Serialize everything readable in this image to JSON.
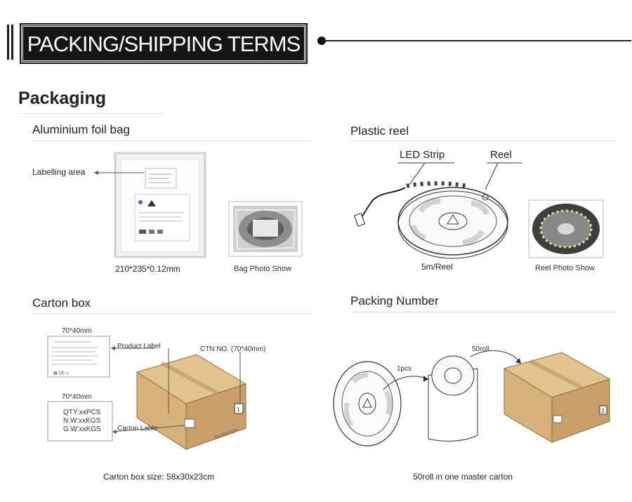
{
  "header": {
    "title": "PACKING/SHIPPING TERMS"
  },
  "packaging": {
    "title": "Packaging",
    "foil_bag": {
      "title": "Aluminium foil bag",
      "labelling_area": "Labelling area",
      "size_caption": "210*235*0.12mm",
      "photo_caption": "Bag Photo Show"
    },
    "plastic_reel": {
      "title": "Plastic reel",
      "led_strip_label": "LED  Strip",
      "reel_label": "Reel",
      "length_caption": "5m/Reel",
      "photo_caption": "Reel Photo Show"
    },
    "carton_box": {
      "title": "Carton box",
      "label_size_1": "70*40mm",
      "label_size_2": "70*40mm",
      "product_label": "Product Label",
      "ctn_no": "CTN NO. (70*40mm)",
      "carton_lable": "Carton Lable",
      "label_lines": [
        "QTY:xxPCS",
        "N.W:xxKGS",
        "G.W:xxKGS"
      ],
      "size_caption": "Carton box size: 58x30x23cm"
    },
    "packing_number": {
      "title": "Packing Number",
      "one_pcs": "1pcs",
      "fifty_roll": "50roll",
      "caption": "50roll in one master carton"
    }
  }
}
